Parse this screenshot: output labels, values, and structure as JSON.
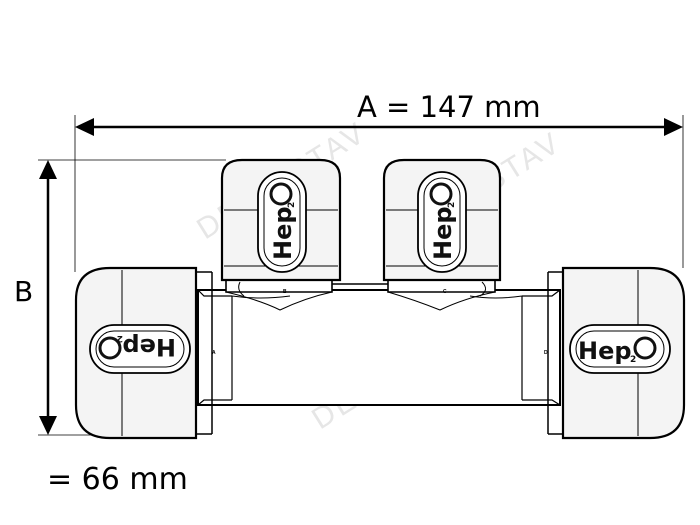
{
  "dimensions": {
    "a_label": "A = 147 mm",
    "b_label": "B",
    "b_value": "= 66 mm"
  },
  "watermark": "DELTASTAV",
  "logo": {
    "text": "Hep",
    "ring": "O",
    "subscript": "2"
  },
  "ports": {
    "p1": "A",
    "p2": "B",
    "p3": "C",
    "p4": "D"
  },
  "colors": {
    "line": "#000000",
    "cap_fill": "#f4f4f4",
    "body_fill": "#ffffff",
    "watermark": "#c9c9c9"
  }
}
